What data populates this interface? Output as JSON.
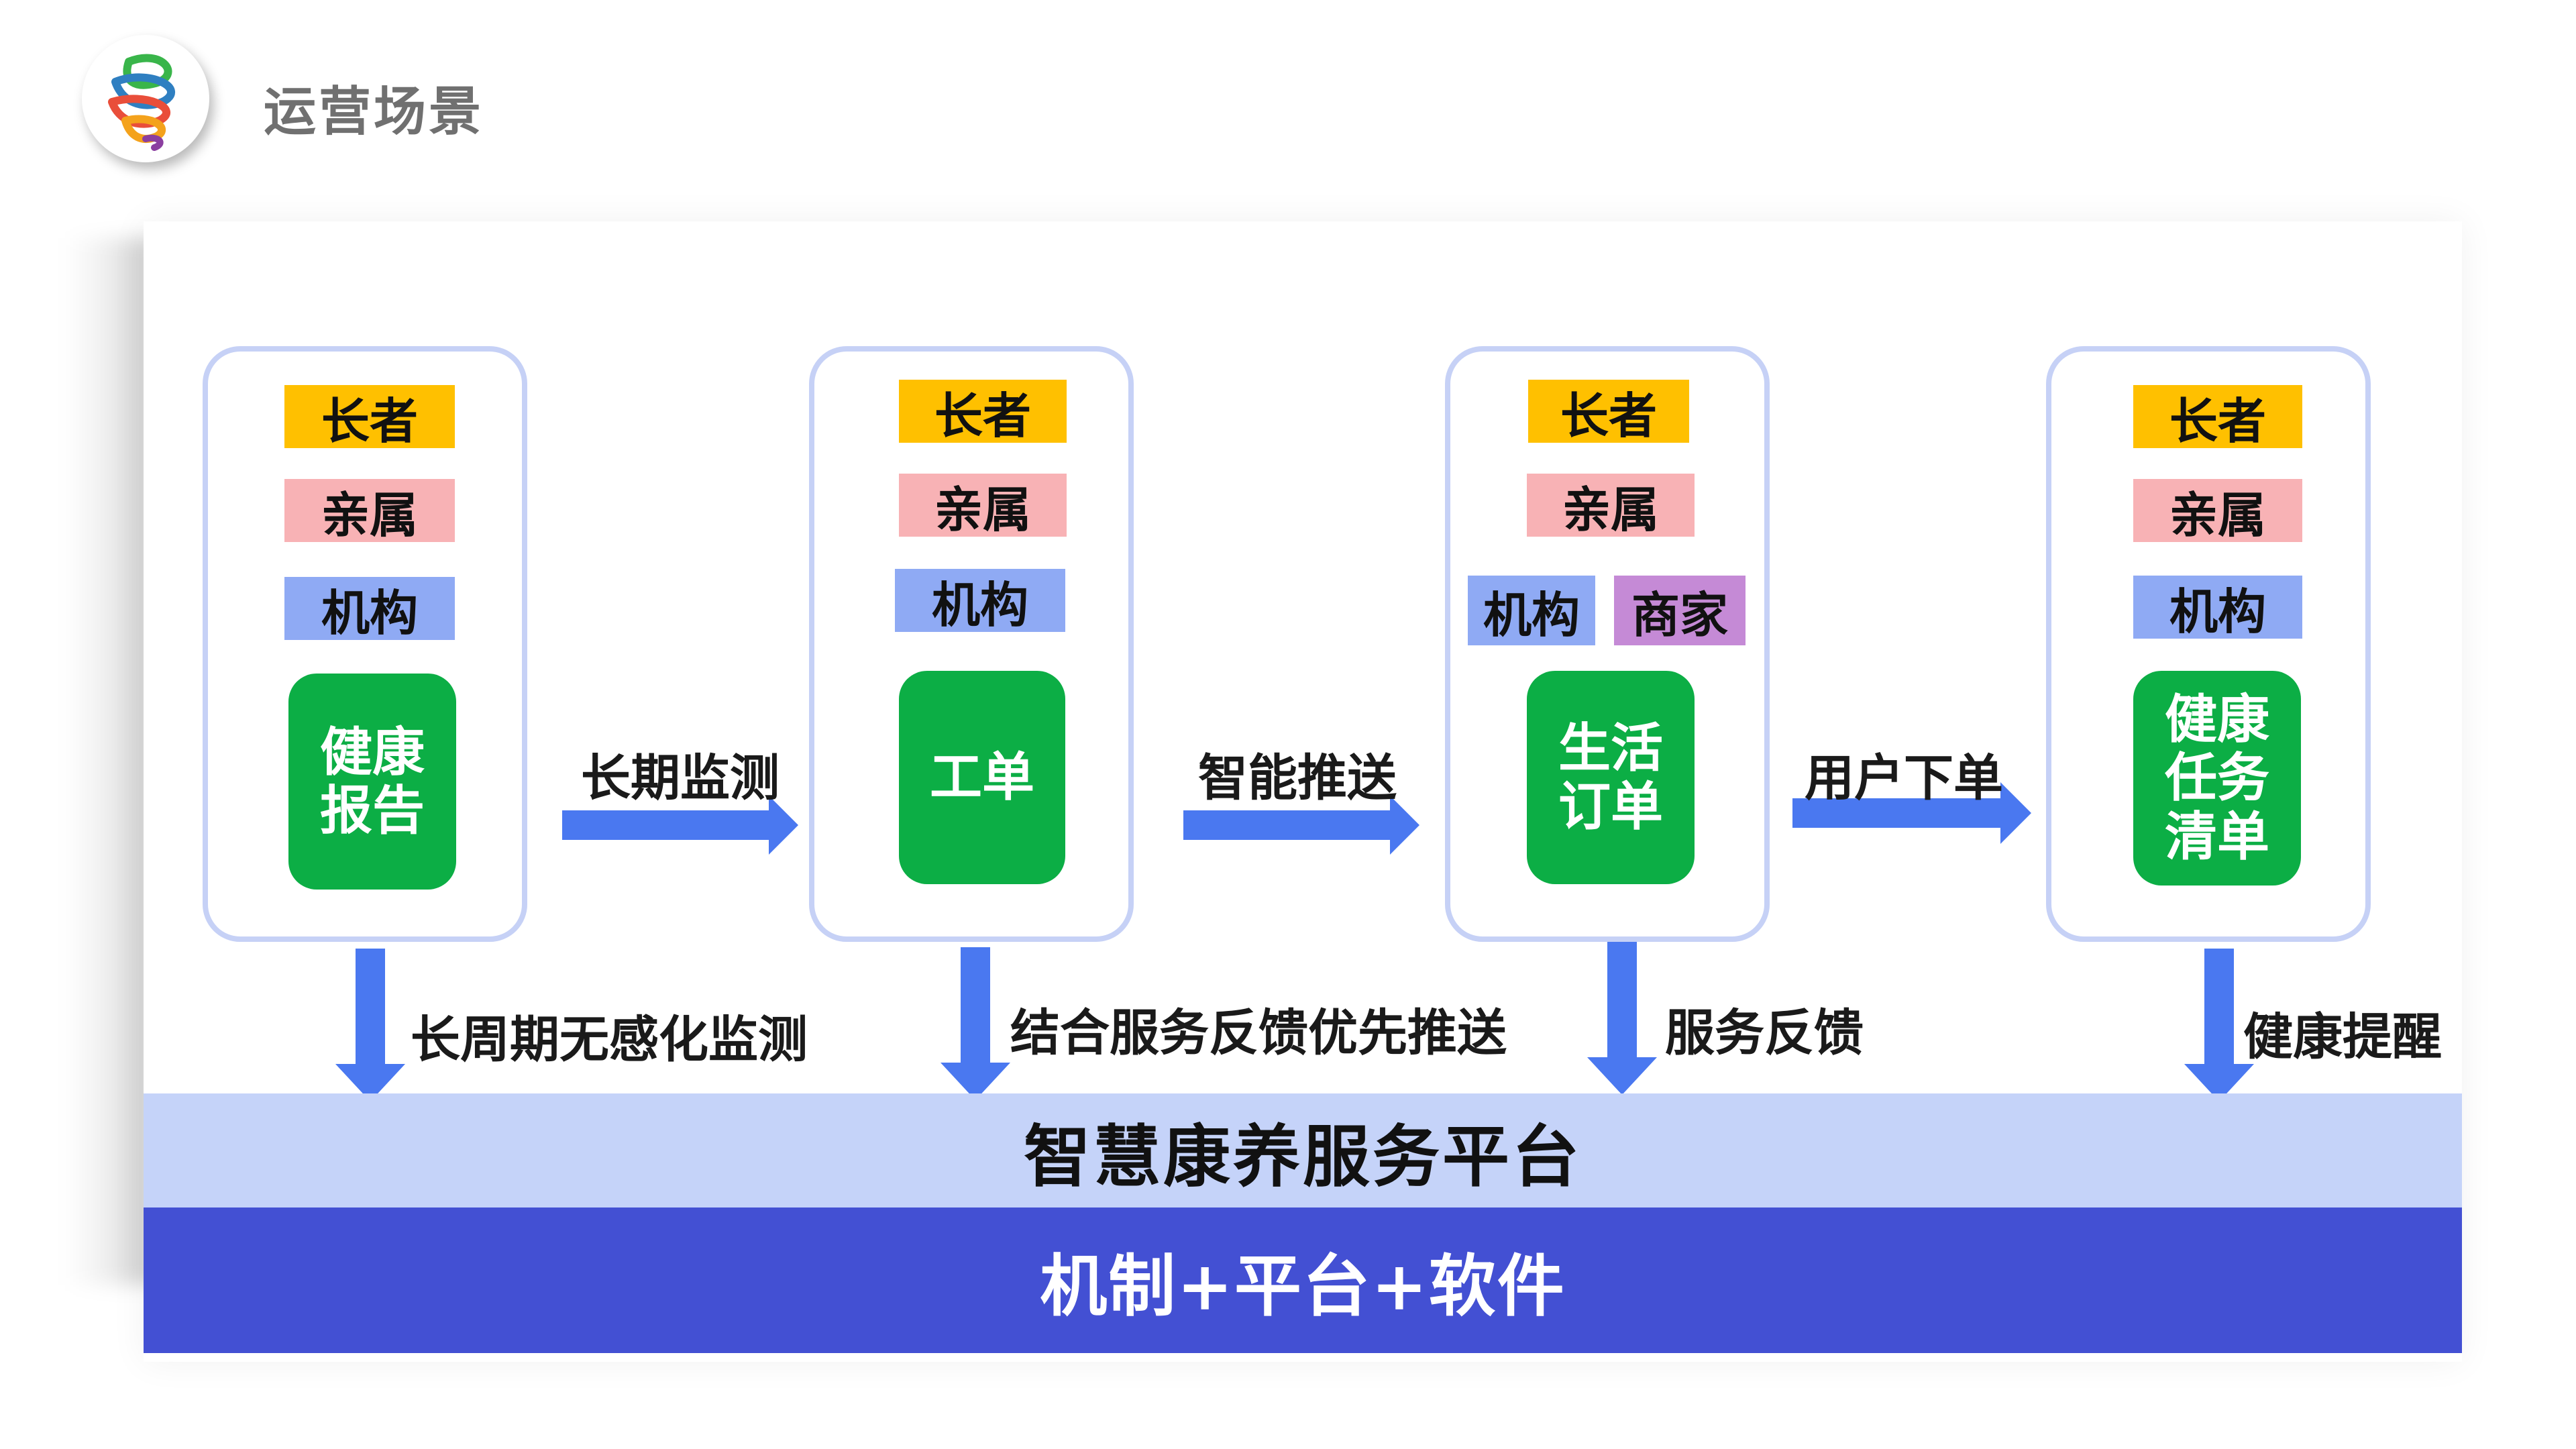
{
  "header": {
    "title": "运营场景",
    "logo_icon": "swirl-logo-icon"
  },
  "stages": [
    {
      "tags": [
        "长者",
        "亲属",
        "机构"
      ],
      "box_lines": [
        "健康",
        "报告"
      ],
      "down_label": "长周期无感化监测"
    },
    {
      "tags": [
        "长者",
        "亲属",
        "机构"
      ],
      "box_lines": [
        "工单"
      ],
      "down_label": "结合服务反馈优先推送"
    },
    {
      "tags": [
        "长者",
        "亲属",
        "机构",
        "商家"
      ],
      "box_lines": [
        "生活",
        "订单"
      ],
      "down_label": "服务反馈"
    },
    {
      "tags": [
        "长者",
        "亲属",
        "机构"
      ],
      "box_lines": [
        "健康",
        "任务",
        "清单"
      ],
      "down_label": "健康提醒"
    }
  ],
  "flows": [
    "长期监测",
    "智能推送",
    "用户下单"
  ],
  "platform": {
    "label": "智慧康养服务平台"
  },
  "mechanism": {
    "label": "机制+平台+软件"
  },
  "colors": {
    "elder": "#ffc000",
    "family": "#f8b2b5",
    "org": "#8faaf4",
    "merchant": "#c58ad6",
    "green": "#0cae45",
    "arrow": "#4a78f0",
    "platform": "#c5d3f9",
    "mechanism": "#4350d3",
    "card_border": "#c6d1f6"
  }
}
